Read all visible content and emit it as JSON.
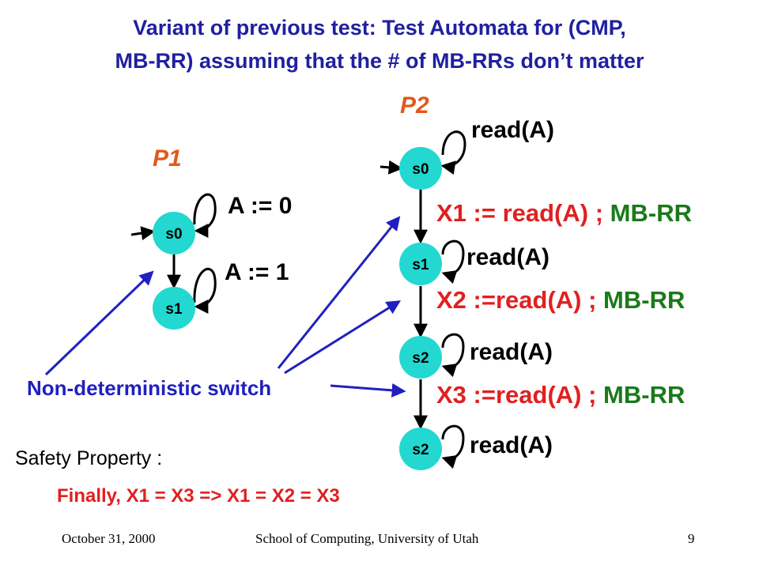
{
  "title": {
    "line1": "Variant of previous test: Test Automata for (CMP,",
    "line2": "MB-RR) assuming that the # of MB-RRs don’t matter"
  },
  "p1": {
    "label": "P1",
    "states": [
      "s0",
      "s1"
    ],
    "actions": [
      "A := 0",
      "A := 1"
    ]
  },
  "p2": {
    "label": "P2",
    "states": [
      "s0",
      "s1",
      "s2",
      "s2"
    ],
    "self_loops": [
      "read(A)",
      "read(A)",
      "read(A)",
      "read(A)"
    ],
    "transitions": [
      {
        "assign": "X1 := read(A) ;",
        "barrier": "MB-RR"
      },
      {
        "assign": "X2 :=read(A) ;",
        "barrier": "MB-RR"
      },
      {
        "assign": "X3 :=read(A) ;",
        "barrier": "MB-RR"
      }
    ]
  },
  "switch_label": "Non-deterministic switch",
  "safety": {
    "label": "Safety Property :",
    "formula": "Finally, X1 = X3 => X1 = X2 = X3"
  },
  "footer": {
    "date": "October 31, 2000",
    "school": "School of Computing, University of Utah",
    "page": "9"
  },
  "colors": {
    "node_fill": "#22d8d0",
    "title": "#2020a0",
    "process": "#e05a1c",
    "green": "#1a7a1a",
    "red": "#e02020",
    "blue": "#2020c0"
  }
}
